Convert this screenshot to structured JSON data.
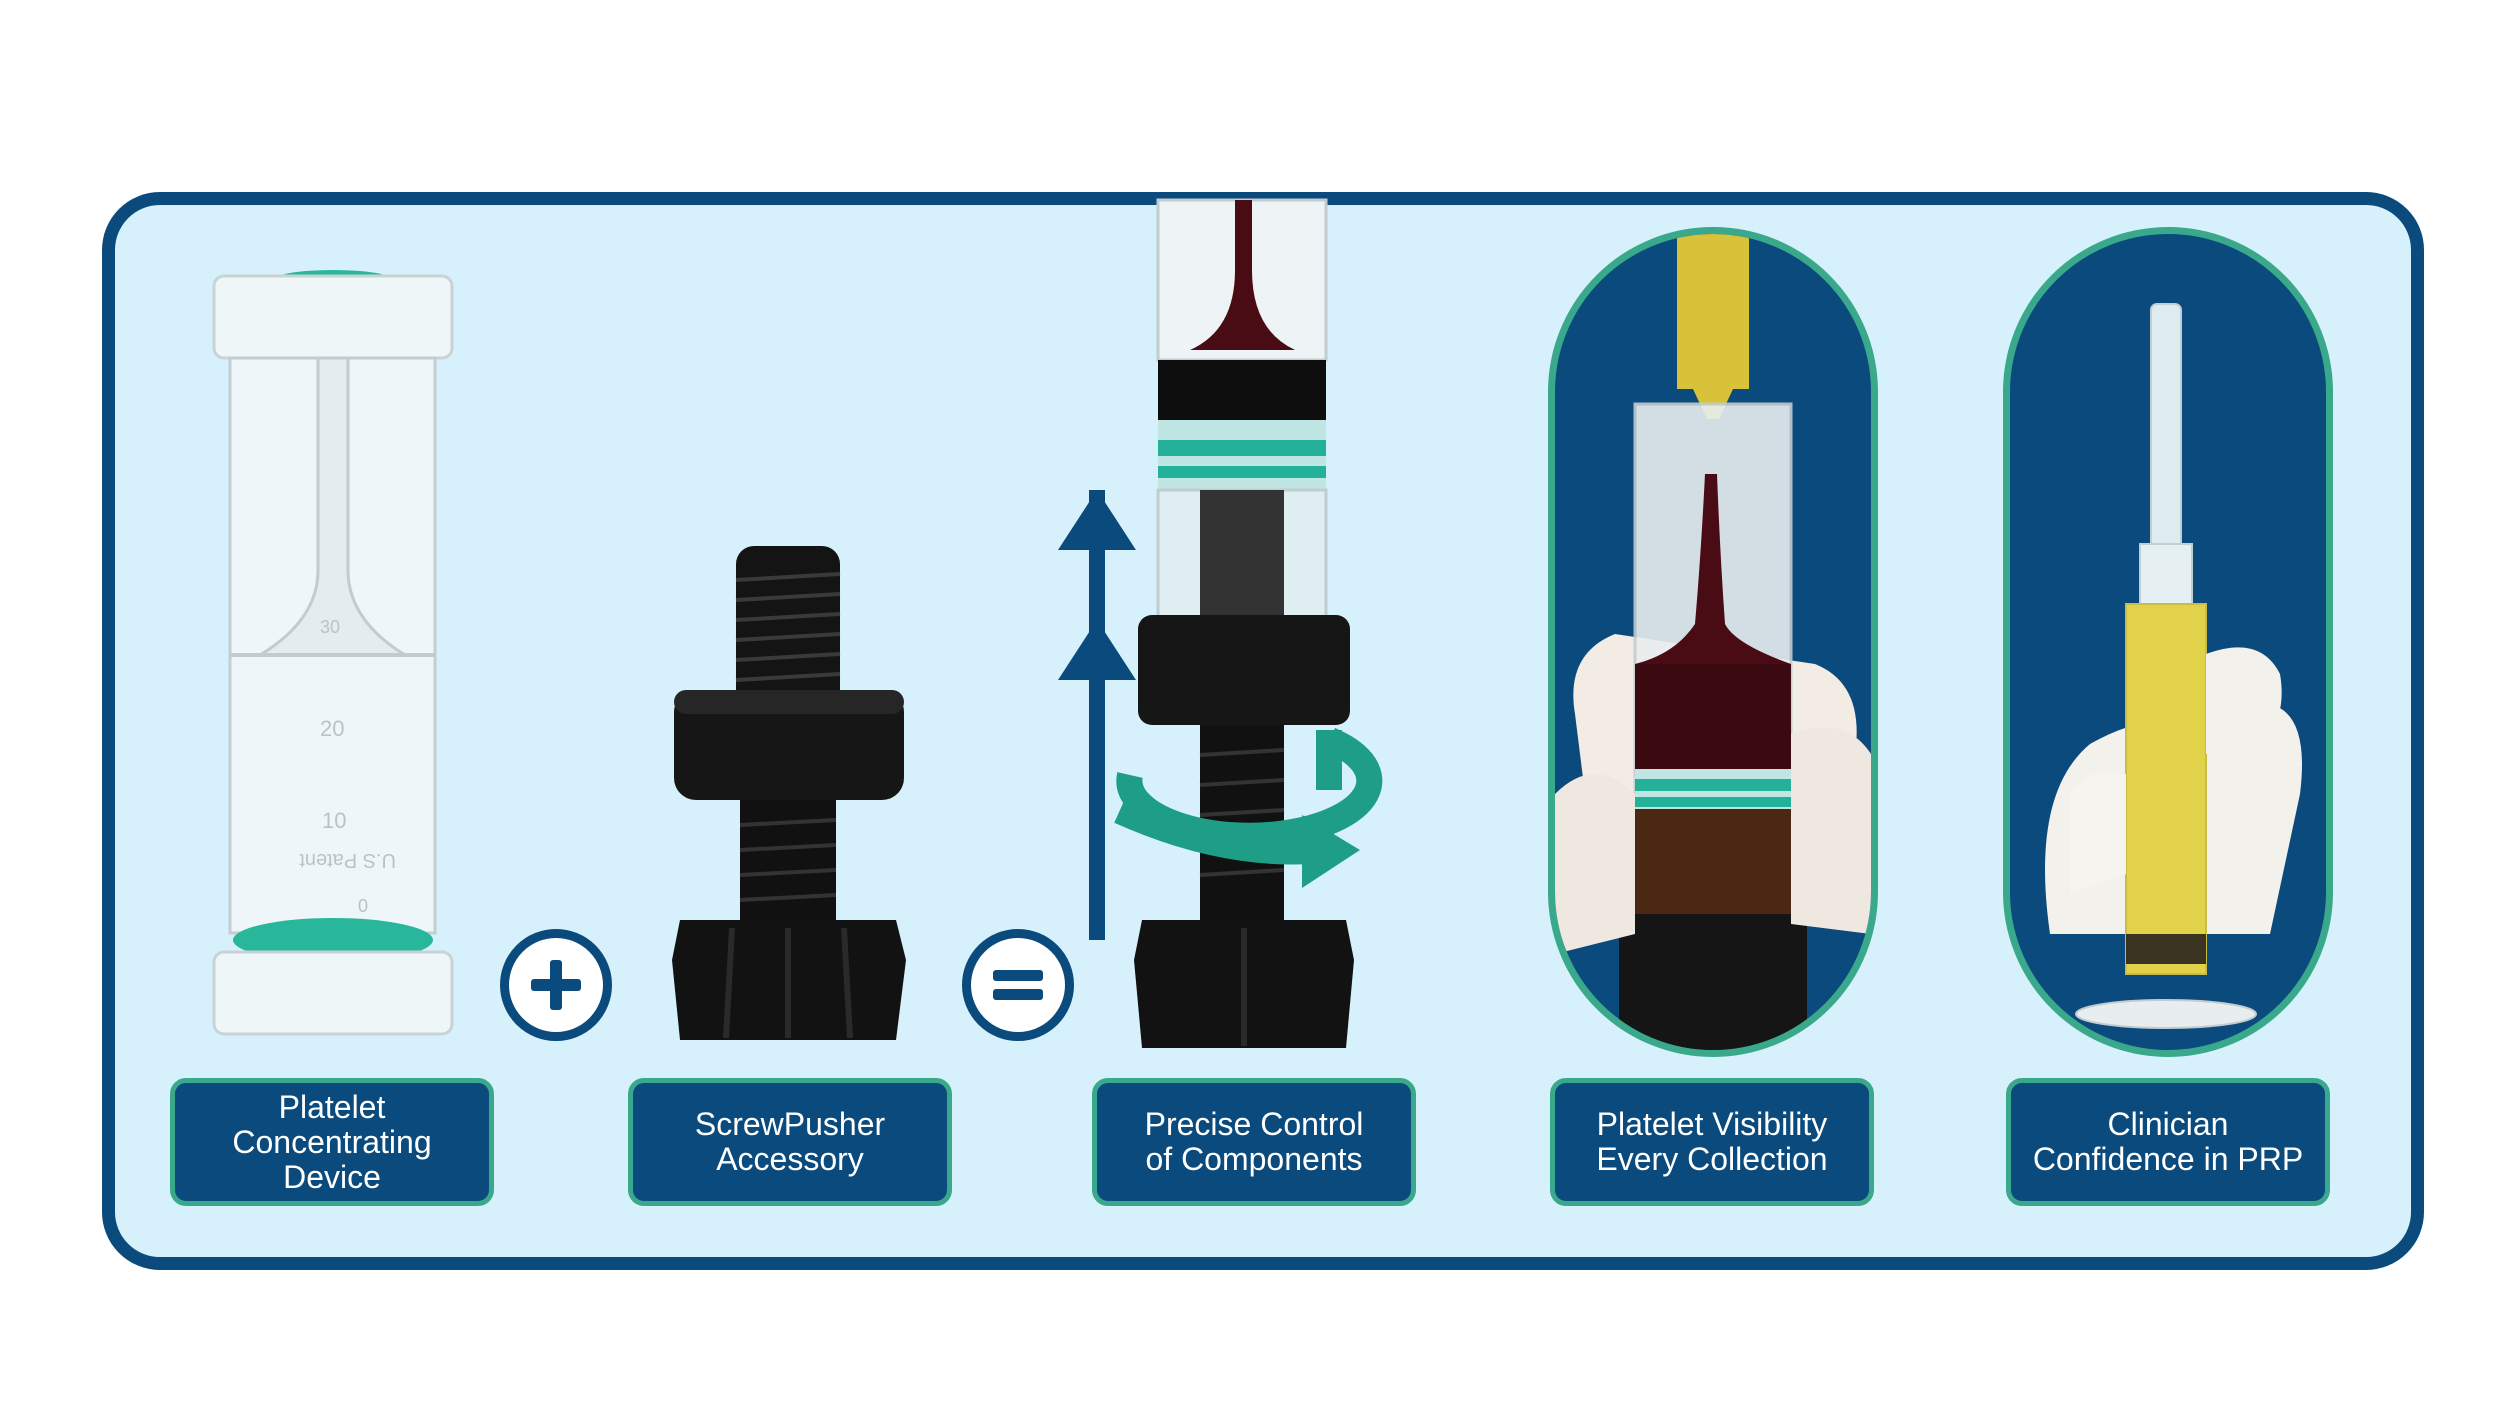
{
  "labels": {
    "item1": [
      "Platelet",
      "Concentrating",
      "Device"
    ],
    "item2": [
      "ScrewPusher",
      "Accessory"
    ],
    "item3": [
      "Precise Control",
      "of Components"
    ],
    "item4": [
      "Platelet Visibility",
      "Every Collection"
    ],
    "item5": [
      "Clinician",
      "Confidence in PRP"
    ]
  },
  "operators": {
    "plus": "plus-icon",
    "equals": "equals-icon"
  },
  "tube_markings": {
    "scale": [
      "30",
      "20",
      "10",
      "0"
    ],
    "patent": "U.S Patent"
  },
  "colors": {
    "navy": "#0b4a7c",
    "teal": "#3aa88a",
    "panel_bg": "#d6f1fb",
    "blood": "#4a0c14",
    "plasma": "#d8c23a"
  }
}
